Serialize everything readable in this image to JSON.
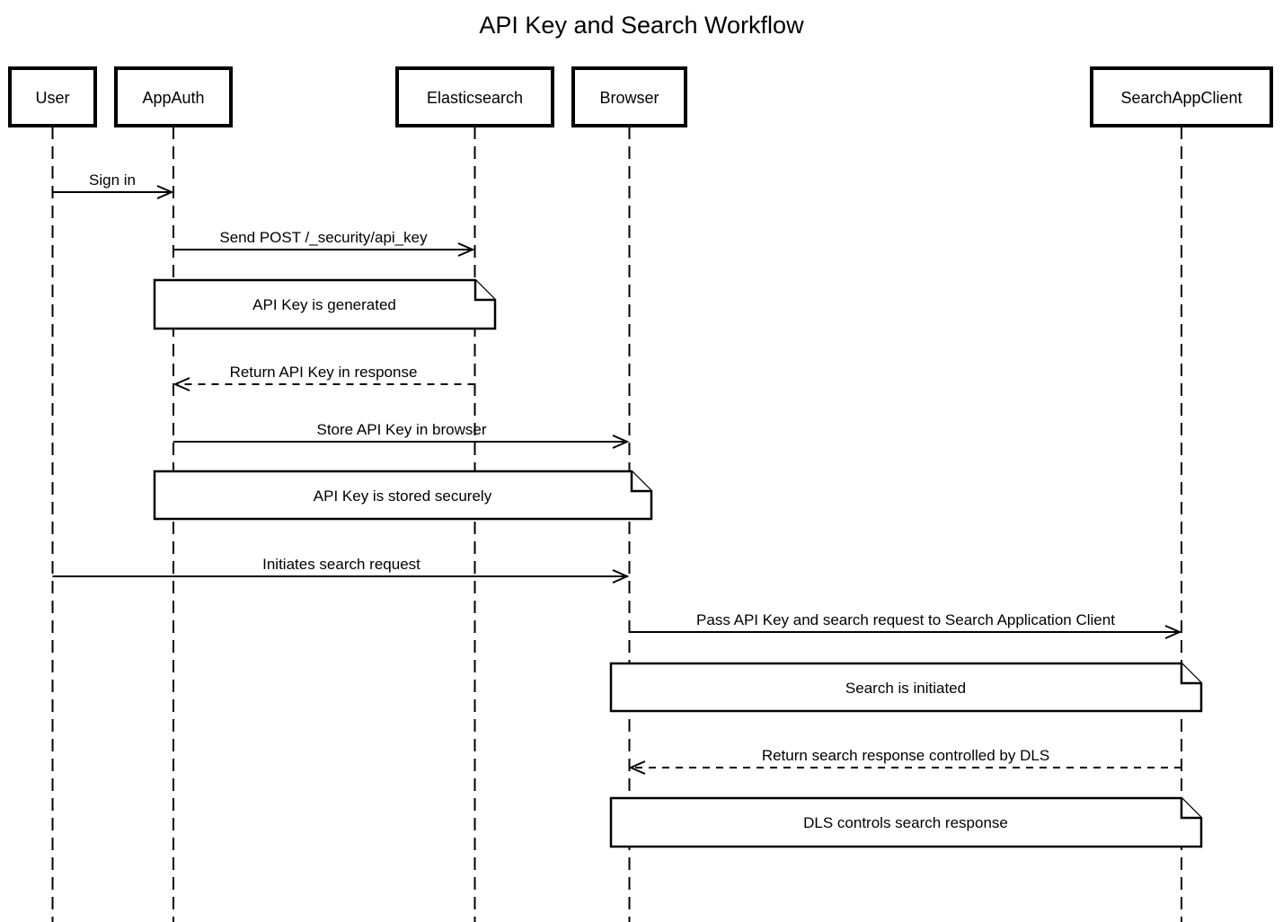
{
  "title": "API Key and Search Workflow",
  "colors": {
    "stroke": "#000000",
    "background": "#ffffff"
  },
  "participants": [
    {
      "id": "User",
      "label": "User"
    },
    {
      "id": "AppAuth",
      "label": "AppAuth"
    },
    {
      "id": "Elasticsearch",
      "label": "Elasticsearch"
    },
    {
      "id": "Browser",
      "label": "Browser"
    },
    {
      "id": "SearchAppClient",
      "label": "SearchAppClient"
    }
  ],
  "messages": [
    {
      "from": "User",
      "to": "AppAuth",
      "label": "Sign in",
      "style": "solid"
    },
    {
      "from": "AppAuth",
      "to": "Elasticsearch",
      "label": "Send POST /_security/api_key",
      "style": "solid"
    },
    {
      "from": "Elasticsearch",
      "to": "AppAuth",
      "label": "Return API Key in response",
      "style": "dashed"
    },
    {
      "from": "AppAuth",
      "to": "Browser",
      "label": "Store API Key in browser",
      "style": "solid"
    },
    {
      "from": "User",
      "to": "Browser",
      "label": "Initiates search request",
      "style": "solid"
    },
    {
      "from": "Browser",
      "to": "SearchAppClient",
      "label": "Pass API Key and search request to Search Application Client",
      "style": "solid"
    },
    {
      "from": "SearchAppClient",
      "to": "Browser",
      "label": "Return search response controlled by DLS",
      "style": "dashed"
    }
  ],
  "notes": [
    {
      "label": "API Key is generated",
      "over": [
        "AppAuth",
        "Elasticsearch"
      ]
    },
    {
      "label": "API Key is stored securely",
      "over": [
        "AppAuth",
        "Browser"
      ]
    },
    {
      "label": "Search is initiated",
      "over": [
        "Browser",
        "SearchAppClient"
      ]
    },
    {
      "label": "DLS controls search response",
      "over": [
        "Browser",
        "SearchAppClient"
      ]
    }
  ]
}
